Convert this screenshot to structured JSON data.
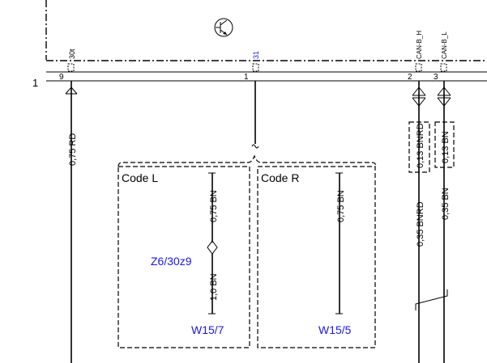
{
  "row_number": "1",
  "connector_top": {
    "pin_names": [
      "30t",
      "31",
      "CAN-B_H",
      "CAN-B_L"
    ],
    "pin_numbers": [
      "9",
      "1",
      "2",
      "3"
    ]
  },
  "wires": {
    "w1": "0,75 RD",
    "can_h_inner": "0,13 BNRD",
    "can_l_inner": "0,13 BN",
    "can_h": "0,35 BNRD",
    "can_l": "0,35 BN"
  },
  "code_l": {
    "label": "Code L",
    "wire_top": "0,75 BN",
    "node": "Z6/30z9",
    "wire_bottom": "1,0 BN",
    "target": "W15/7"
  },
  "code_r": {
    "label": "Code R",
    "wire": "0,75 BN",
    "target": "W15/5"
  },
  "colors": {
    "ink": "#000000",
    "reference": "#1a1ae6"
  },
  "icons": [
    "transistor-icon",
    "plug-connector-icon",
    "splice-diamond-icon",
    "ground-end-icon"
  ]
}
